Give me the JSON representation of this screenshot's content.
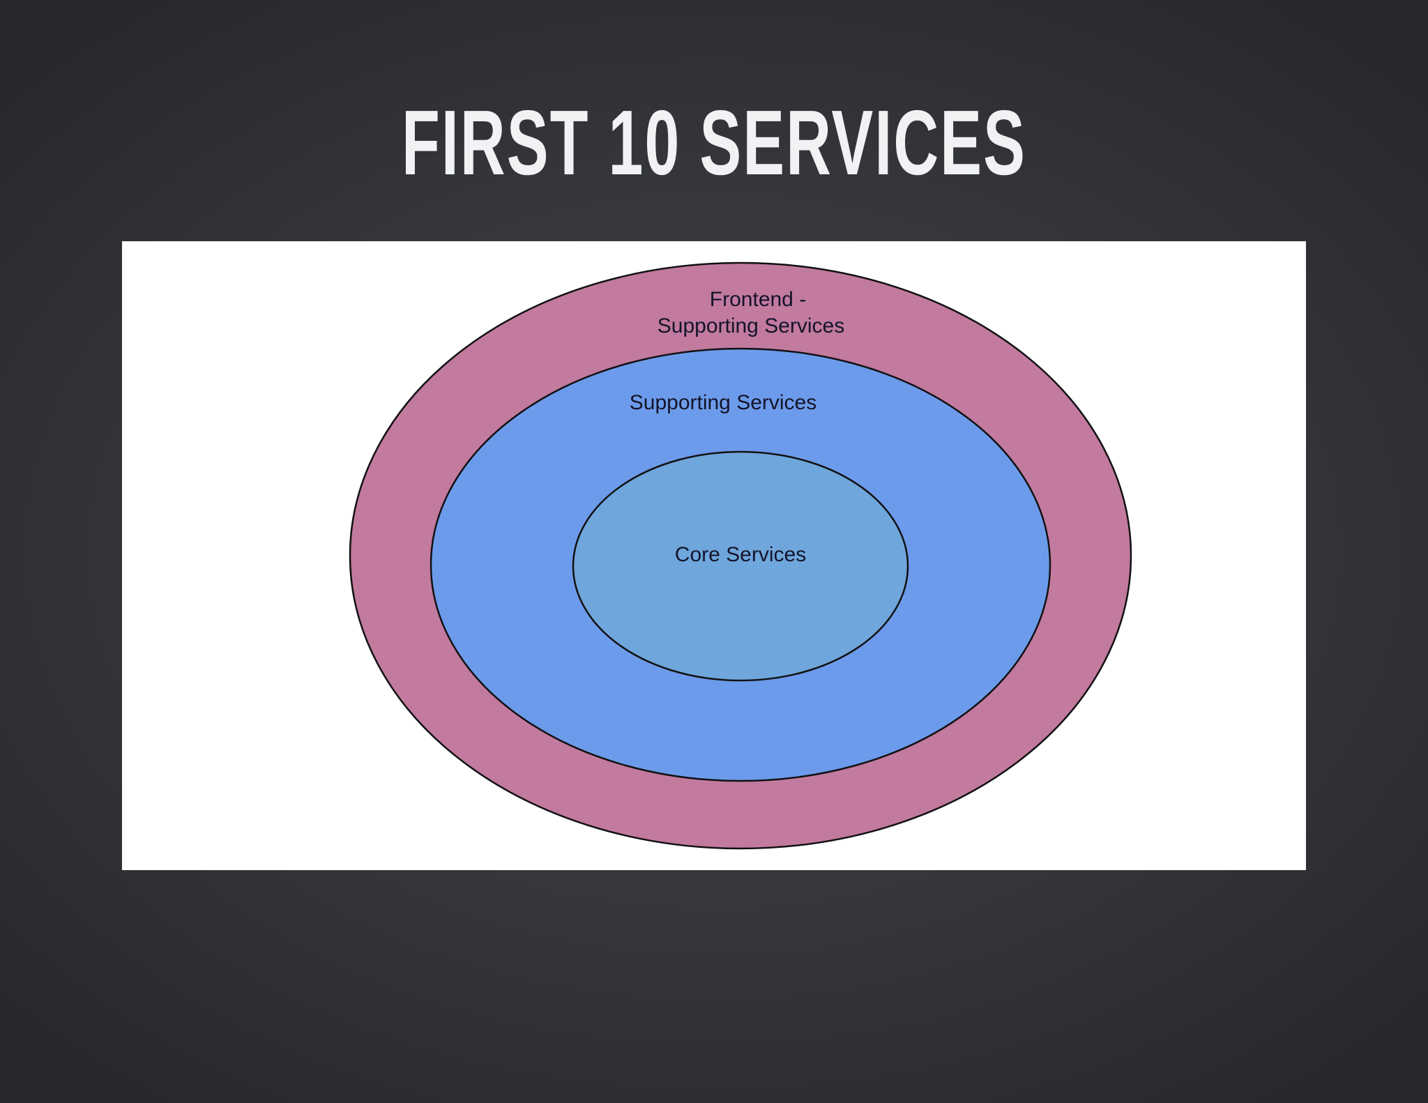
{
  "slide": {
    "title": "FIRST 10 SERVICES"
  },
  "diagram": {
    "type": "nested-ellipses",
    "rings": [
      {
        "id": "outer",
        "label_lines": [
          "Frontend -",
          "Supporting Services"
        ],
        "fill": "#c27a9f"
      },
      {
        "id": "middle",
        "label_lines": [
          "Supporting Services"
        ],
        "fill": "#6d9beb"
      },
      {
        "id": "inner",
        "label_lines": [
          "Core Services"
        ],
        "fill": "#6fa6dc"
      }
    ],
    "stroke": "#111111",
    "panel_background": "#ffffff"
  }
}
